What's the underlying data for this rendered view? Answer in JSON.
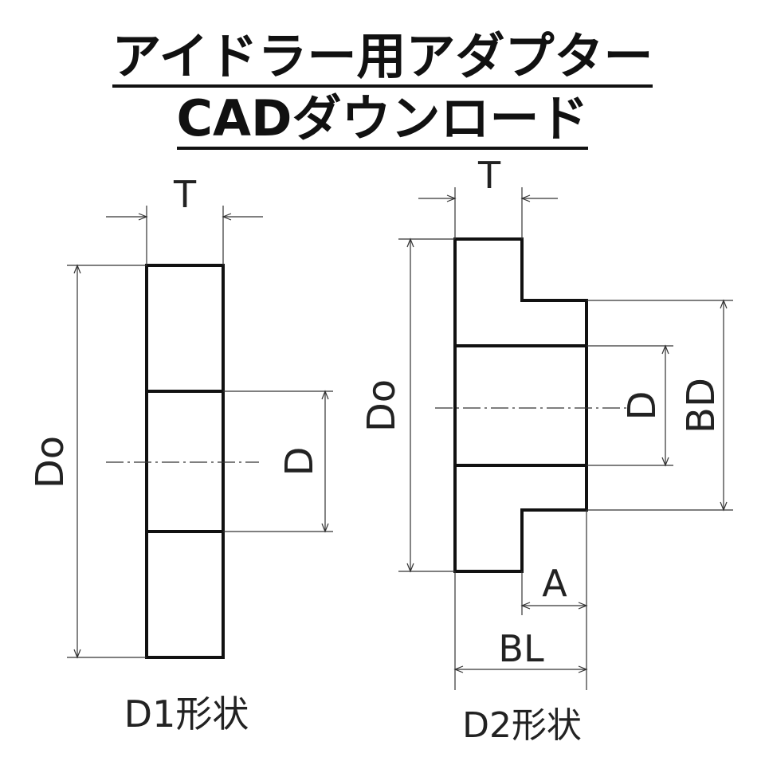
{
  "title": {
    "line1": "アイドラー用アダプター",
    "line2": "CADダウンロード"
  },
  "d1": {
    "shape_label": "D1形状",
    "T": "T",
    "Do": "Do",
    "D": "D"
  },
  "d2": {
    "shape_label": "D2形状",
    "T": "T",
    "Do": "Do",
    "D": "D",
    "BD": "BD",
    "A": "A",
    "BL": "BL"
  }
}
